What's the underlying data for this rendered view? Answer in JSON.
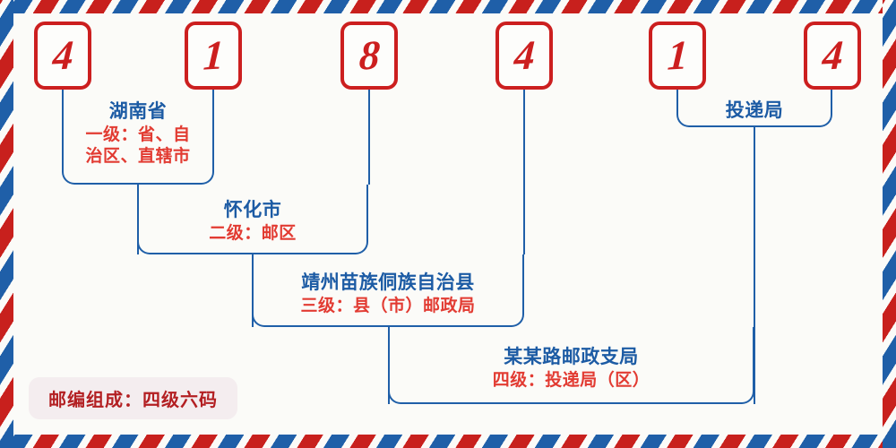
{
  "postal_code": {
    "digits": [
      "4",
      "1",
      "8",
      "4",
      "1",
      "4"
    ]
  },
  "levels": [
    {
      "title": "湖南省",
      "sub_lines": [
        "一级：省、自",
        "治区、直辖市"
      ]
    },
    {
      "title": "怀化市",
      "sub_lines": [
        "二级：邮区"
      ]
    },
    {
      "title": "靖州苗族侗族自治县",
      "sub_lines": [
        "三级：县（市）邮政局"
      ]
    },
    {
      "title": "某某路邮政支局",
      "sub_lines": [
        "四级：投递局（区）"
      ]
    }
  ],
  "delivery_label": "投递局",
  "footer_badge": "邮编组成：四级六码",
  "colors": {
    "red": "#cc1f1f",
    "blue": "#1f5fa8",
    "title_blue": "#1c5ba4",
    "sub_red": "#e23b32",
    "badge_bg": "#f4edef",
    "badge_text": "#b31f22",
    "paper": "#fbfbf8"
  }
}
